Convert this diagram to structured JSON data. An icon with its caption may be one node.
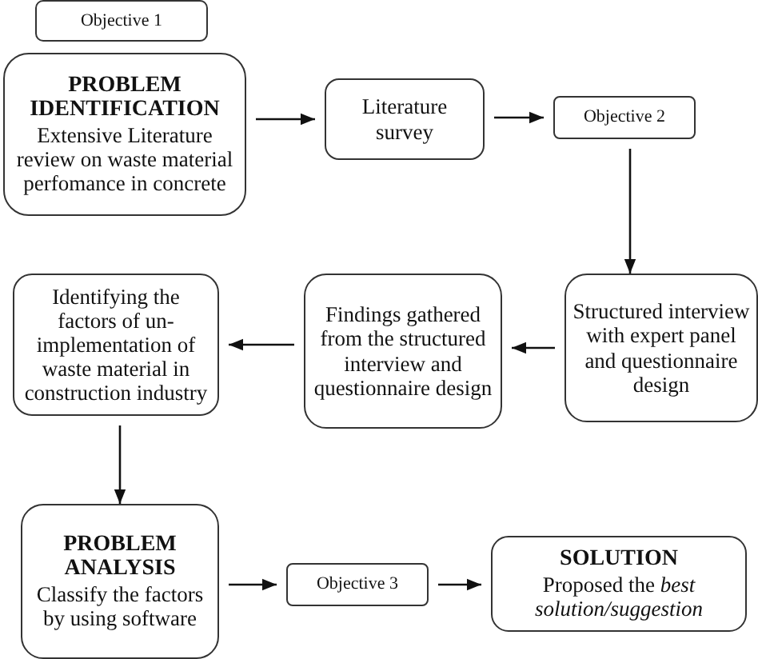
{
  "diagram": {
    "nodes": [
      {
        "text": [
          "Objective 1"
        ]
      },
      {
        "text": [
          "PROBLEM IDENTIFICATION",
          "Extensive Literature review on waste material perfomance in concrete"
        ]
      },
      {
        "text": [
          "Literature survey"
        ]
      },
      {
        "text": [
          "Objective 2"
        ]
      },
      {
        "text": [
          "Structured interview with expert panel and questionnaire design"
        ]
      },
      {
        "text": [
          "Findings gathered from the structured interview and questionnaire design"
        ]
      },
      {
        "text": [
          "Identifying the factors of un-implementation of waste material in construction industry"
        ]
      },
      {
        "text": [
          "PROBLEM ANALYSIS",
          "Classify the factors by using software"
        ]
      },
      {
        "text": [
          "Objective 3"
        ]
      },
      {
        "text": [
          "SOLUTION",
          "Proposed the *best solution/suggestion*"
        ]
      }
    ],
    "edges": [
      {
        "from": 1,
        "to": 2,
        "arrow": "to"
      },
      {
        "from": 2,
        "to": 3,
        "arrow": "to"
      },
      {
        "from": 3,
        "to": 4,
        "arrow": "to"
      },
      {
        "from": 4,
        "to": 5,
        "arrow": "to"
      },
      {
        "from": 5,
        "to": 6,
        "arrow": "to"
      },
      {
        "from": 6,
        "to": 7,
        "arrow": "to"
      },
      {
        "from": 7,
        "to": 8,
        "arrow": "to"
      },
      {
        "from": 8,
        "to": 9,
        "arrow": "to"
      }
    ]
  }
}
